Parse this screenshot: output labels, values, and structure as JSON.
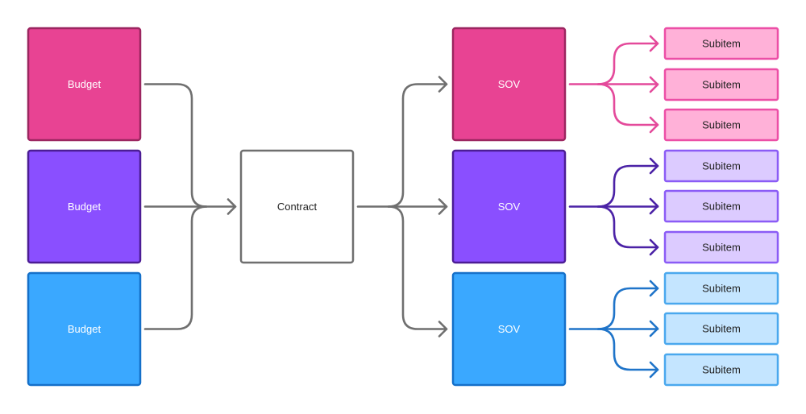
{
  "colors": {
    "connector": "#6f6f6f",
    "pink": {
      "fill": "#e84393",
      "stroke": "#9c2660",
      "light": "#ffb1d8",
      "light_stroke": "#ec4fa6",
      "arrow": "#e44a9b",
      "text": "#ffffff"
    },
    "purple": {
      "fill": "#8a4fff",
      "stroke": "#4c1d95",
      "light": "#dccbff",
      "light_stroke": "#8b5cf6",
      "arrow": "#4b22a6",
      "text": "#ffffff"
    },
    "blue": {
      "fill": "#3aa8ff",
      "stroke": "#1570c9",
      "light": "#c4e5ff",
      "light_stroke": "#4aa8ee",
      "arrow": "#1f74c9",
      "text": "#ffffff"
    },
    "contract": {
      "fill": "#ffffff",
      "stroke": "#6f6f6f",
      "text": "#222222"
    },
    "subitem_text": "#222222"
  },
  "budgets": [
    {
      "label": "Budget",
      "color": "pink"
    },
    {
      "label": "Budget",
      "color": "purple"
    },
    {
      "label": "Budget",
      "color": "blue"
    }
  ],
  "contract": {
    "label": "Contract"
  },
  "sovs": [
    {
      "label": "SOV",
      "color": "pink",
      "subitems": [
        "Subitem",
        "Subitem",
        "Subitem"
      ]
    },
    {
      "label": "SOV",
      "color": "purple",
      "subitems": [
        "Subitem",
        "Subitem",
        "Subitem"
      ]
    },
    {
      "label": "SOV",
      "color": "blue",
      "subitems": [
        "Subitem",
        "Subitem",
        "Subitem"
      ]
    }
  ]
}
